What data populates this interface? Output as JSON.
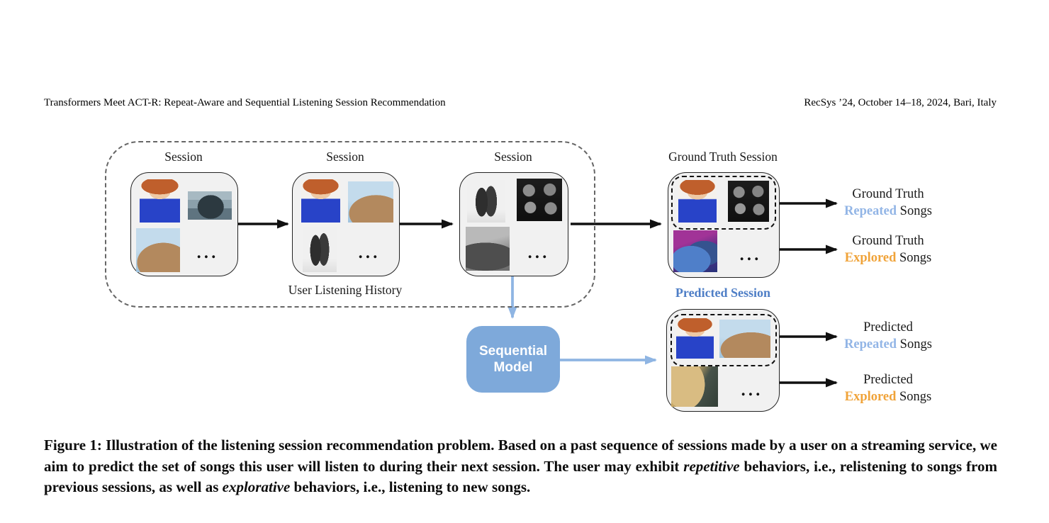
{
  "header": {
    "left": "Transformers Meet ACT-R: Repeat-Aware and Sequential Listening Session Recommendation",
    "right": "RecSys ’24, October 14–18, 2024, Bari, Italy"
  },
  "diagram": {
    "history_label": "User Listening History",
    "ground_truth_label": "Ground Truth Session",
    "predicted_label": "Predicted Session",
    "ellipsis": "...",
    "model": {
      "line1": "Sequential",
      "line2": "Model"
    },
    "sessions": [
      {
        "label": "Session",
        "albums": [
          "album-ed-sheeran",
          "album-guitarist",
          "album-taylor-swift"
        ]
      },
      {
        "label": "Session",
        "albums": [
          "album-ed-sheeran",
          "album-taylor-swift",
          "album-folk-duo-bw"
        ]
      },
      {
        "label": "Session",
        "albums": [
          "album-folk-duo-bw",
          "album-rock-band-dark-bw",
          "album-rock-band-group-bw"
        ]
      }
    ],
    "ground_truth_session": {
      "repeated_albums": [
        "album-ed-sheeran",
        "album-rock-band-dark-bw"
      ],
      "explored_albums": [
        "album-pop-band-purple"
      ]
    },
    "predicted_session": {
      "repeated_albums": [
        "album-ed-sheeran",
        "album-taylor-swift"
      ],
      "explored_albums": [
        "album-singer-profile"
      ]
    },
    "outputs": {
      "gt_repeated": {
        "line1": "Ground Truth",
        "keyword": "Repeated",
        "rest": " Songs"
      },
      "gt_explored": {
        "line1": "Ground Truth",
        "keyword": "Explored",
        "rest": " Songs"
      },
      "pred_repeated": {
        "line1": "Predicted",
        "keyword": "Repeated",
        "rest": " Songs"
      },
      "pred_explored": {
        "line1": "Predicted",
        "keyword": "Explored",
        "rest": " Songs"
      }
    },
    "colors": {
      "repeated": "#92b5e6",
      "explored": "#f0a339",
      "predicted_heading": "#4e7ec6",
      "model_fill": "#7ea9da",
      "blue_arrow": "#8fb5e3"
    }
  },
  "caption": {
    "segments": [
      {
        "text": "Figure 1: Illustration of the listening session recommendation problem. Based on a past sequence of sessions made by a user on a streaming service, we aim to predict the set of songs this user will listen to during their next session. The user may exhibit "
      },
      {
        "text": "repetitive",
        "style": "italic"
      },
      {
        "text": " behaviors, i.e., relistening to songs from previous sessions, as well as "
      },
      {
        "text": "explorative",
        "style": "italic"
      },
      {
        "text": " behaviors, i.e., listening to new songs."
      }
    ]
  }
}
